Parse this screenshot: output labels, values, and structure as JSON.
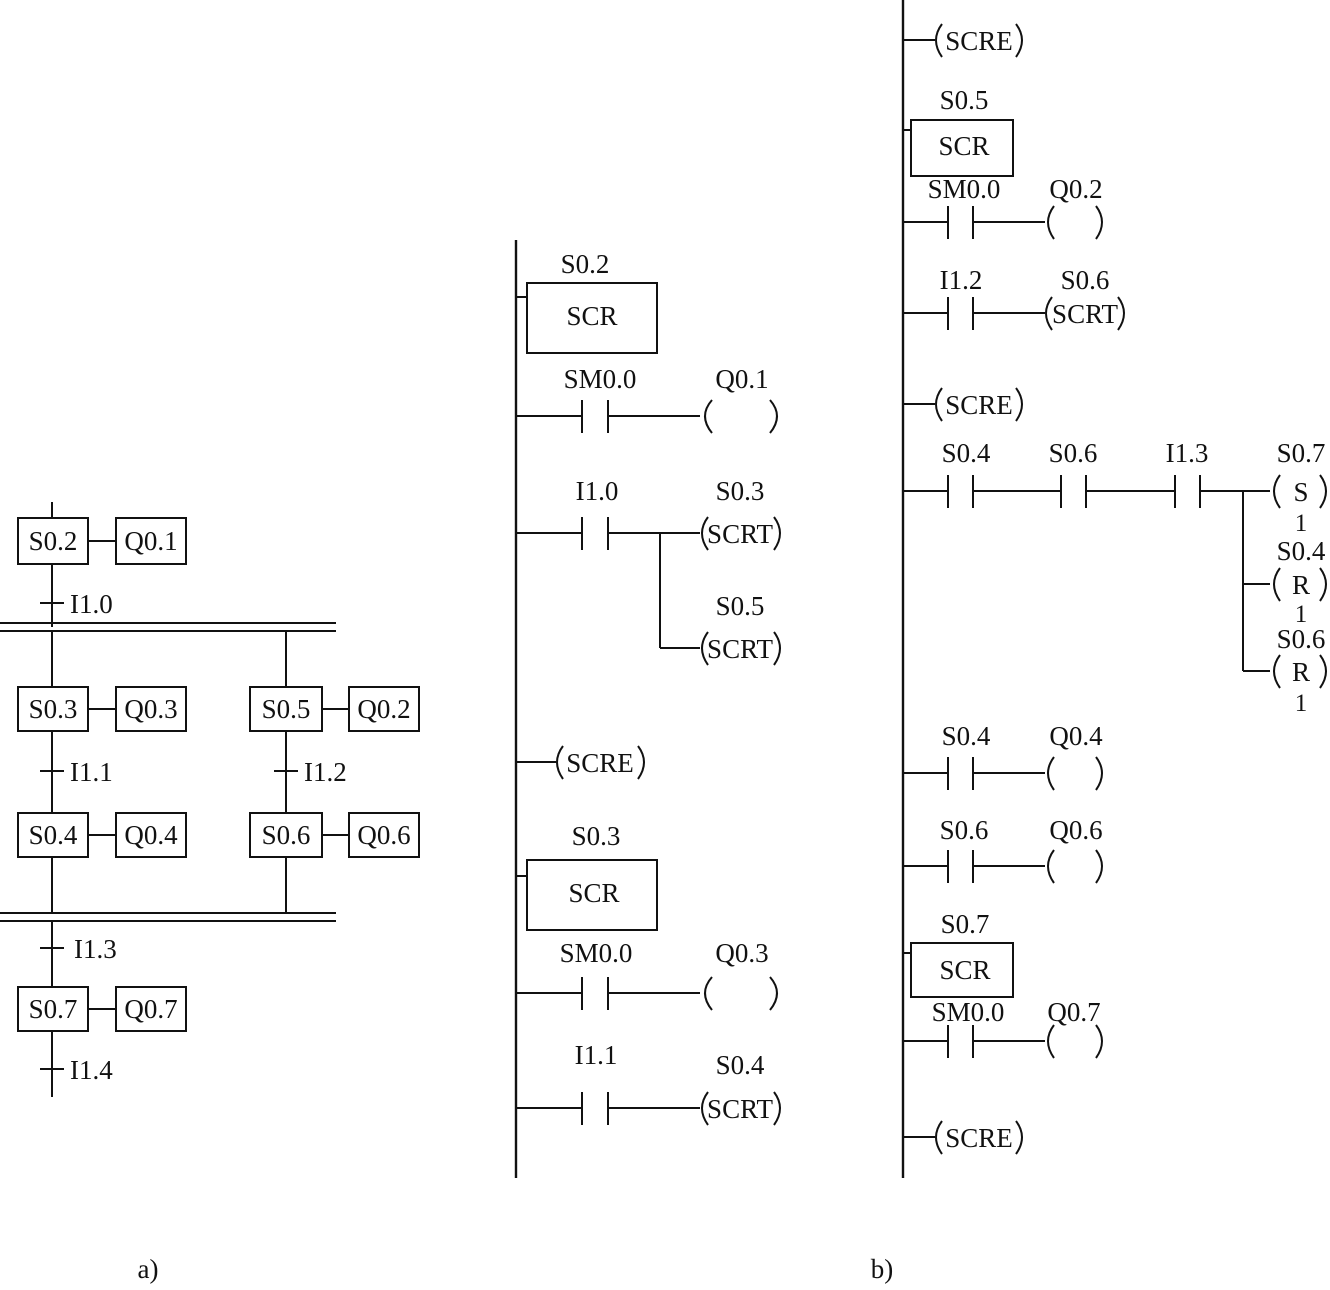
{
  "captions": {
    "a": "a)",
    "b": "b)"
  },
  "sfc": {
    "steps": {
      "s02": {
        "step": "S0.2",
        "action": "Q0.1"
      },
      "s03": {
        "step": "S0.3",
        "action": "Q0.3"
      },
      "s04": {
        "step": "S0.4",
        "action": "Q0.4"
      },
      "s05": {
        "step": "S0.5",
        "action": "Q0.2"
      },
      "s06": {
        "step": "S0.6",
        "action": "Q0.6"
      },
      "s07": {
        "step": "S0.7",
        "action": "Q0.7"
      }
    },
    "transitions": {
      "t1": "I1.0",
      "t2": "I1.1",
      "t3": "I1.2",
      "t4": "I1.3",
      "t5": "I1.4"
    }
  },
  "ladder_mid": {
    "scr1": {
      "bit": "S0.2",
      "label": "SCR"
    },
    "r1": {
      "contact": "SM0.0",
      "coil": "Q0.1"
    },
    "r2": {
      "contact": "I1.0",
      "coil_a": "S0.3",
      "coil_b": "S0.5",
      "scrt": "SCRT"
    },
    "scre1": "SCRE",
    "scr2": {
      "bit": "S0.3",
      "label": "SCR"
    },
    "r3": {
      "contact": "SM0.0",
      "coil": "Q0.3"
    },
    "r4": {
      "contact": "I1.1",
      "coil": "S0.4",
      "scrt": "SCRT"
    }
  },
  "ladder_right": {
    "scre_top": "SCRE",
    "scr1": {
      "bit": "S0.5",
      "label": "SCR"
    },
    "r1": {
      "contact": "SM0.0",
      "coil": "Q0.2"
    },
    "r2": {
      "contact": "I1.2",
      "coil": "S0.6",
      "scrt": "SCRT"
    },
    "scre2": "SCRE",
    "r3": {
      "contacts": [
        "S0.4",
        "S0.6",
        "I1.3"
      ],
      "coil_set": {
        "bit": "S0.7",
        "op": "S",
        "n": "1"
      },
      "coil_r1": {
        "bit": "S0.4",
        "op": "R",
        "n": "1"
      },
      "coil_r2": {
        "bit": "S0.6",
        "op": "R",
        "n": "1"
      }
    },
    "r4": {
      "contact": "S0.4",
      "coil": "Q0.4"
    },
    "r5": {
      "contact": "S0.6",
      "coil": "Q0.6"
    },
    "scr2": {
      "bit": "S0.7",
      "label": "SCR"
    },
    "r6": {
      "contact": "SM0.0",
      "coil": "Q0.7"
    },
    "scre3": "SCRE"
  }
}
